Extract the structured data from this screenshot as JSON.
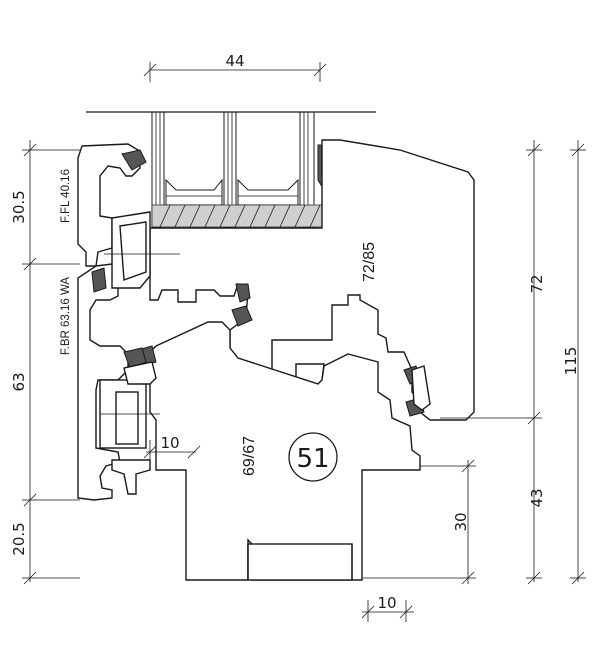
{
  "dimensions": {
    "top_width": "44",
    "left_top": "30.5",
    "left_mid": "63",
    "left_bottom": "20.5",
    "right_upper": "72",
    "right_total": "115",
    "right_lower": "43",
    "inner_height": "30",
    "inner_width_left": "10",
    "bottom_width": "10"
  },
  "labels": {
    "profile_fl": "F.FL 40.16",
    "profile_br": "F.BR 63.16 WA",
    "sash_depth": "72/85",
    "frame_depth": "69/67",
    "profile_number": "51"
  }
}
